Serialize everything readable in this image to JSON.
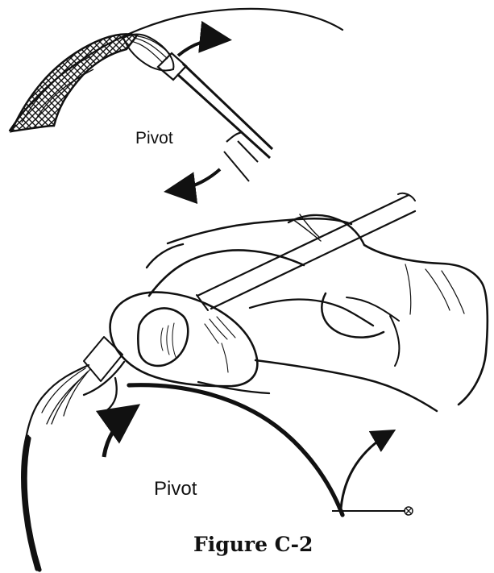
{
  "figure": {
    "caption": "Figure C-2"
  },
  "labels": {
    "top_pivot": "Pivot",
    "bottom_pivot": "Pivot"
  },
  "icons": {
    "top_stroke": "fan-texture",
    "top_brush": "brush-head-and-handle",
    "hand": "hand-holding-brush",
    "motion": "curved-arrows",
    "pivot_marker": "small-circle-cross"
  },
  "colors": {
    "ink": "#111111",
    "background": "#ffffff"
  }
}
